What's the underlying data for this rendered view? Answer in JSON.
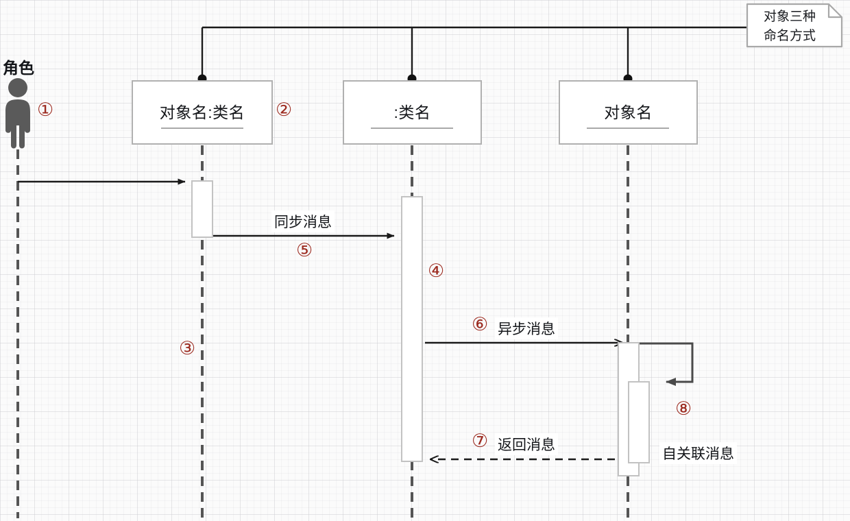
{
  "diagram": {
    "title": "UML Sequence Diagram",
    "type": "uml-sequence-diagram",
    "actor": {
      "label": "角色",
      "marker": "①",
      "icon": "person-icon"
    },
    "note": {
      "line1": "对象三种",
      "line2": "命名方式"
    },
    "participants": [
      {
        "name": "对象名:类名",
        "marker": "②",
        "lifeline_marker": "③"
      },
      {
        "name": ":类名",
        "marker": "",
        "lifeline_marker": "④"
      },
      {
        "name": "对象名",
        "marker": "",
        "lifeline_marker": ""
      }
    ],
    "messages": [
      {
        "label": "",
        "marker": "",
        "kind": "call"
      },
      {
        "label": "同步消息",
        "marker": "⑤",
        "kind": "synchronous"
      },
      {
        "label": "异步消息",
        "marker": "⑥",
        "kind": "asynchronous"
      },
      {
        "label": "返回消息",
        "marker": "⑦",
        "kind": "return"
      },
      {
        "label": "自关联消息",
        "marker": "⑧",
        "kind": "self"
      }
    ],
    "colors": {
      "marker": "#9c2b20",
      "line": "#1a1a1a",
      "lifeline": "#555555",
      "box_border": "#b0b0b0",
      "activation_border": "#c2c2c2",
      "actor_fill": "#5a5a5a",
      "note_border": "#a8a8a8",
      "self_loop": "#4a4a4a"
    }
  }
}
